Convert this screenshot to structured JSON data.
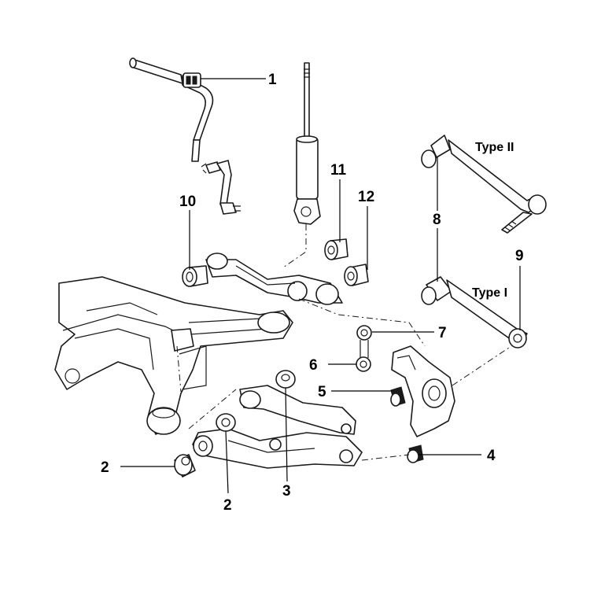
{
  "callouts": {
    "c1": "1",
    "c2a": "2",
    "c2b": "2",
    "c3": "3",
    "c4": "4",
    "c5": "5",
    "c6": "6",
    "c7": "7",
    "c8": "8",
    "c9": "9",
    "c10": "10",
    "c11": "11",
    "c12": "12"
  },
  "type_labels": {
    "type_ii": "Type II",
    "type_i": "Type I"
  }
}
